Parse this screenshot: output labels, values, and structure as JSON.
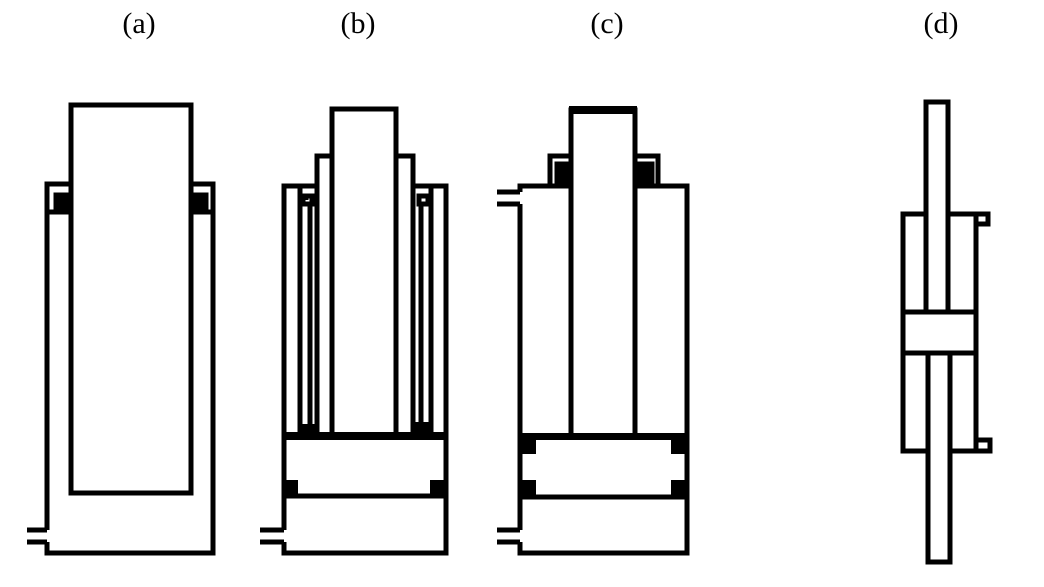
{
  "figure": {
    "panels": [
      {
        "id": "a",
        "label": "(a)",
        "description": "Single-acting plunger cylinder with top gland seals and bottom side port"
      },
      {
        "id": "b",
        "label": "(b)",
        "description": "Multi-stage telescopic cylinder with nested sleeves, piston seals and bottom side port"
      },
      {
        "id": "c",
        "label": "(c)",
        "description": "Double-acting piston cylinder with rod gland seals, top and bottom side ports"
      },
      {
        "id": "d",
        "label": "(d)",
        "description": "Double-rod (through-rod) cylinder with central piston and two side ports"
      }
    ]
  },
  "colors": {
    "stroke": "#000000",
    "background": "#ffffff"
  }
}
